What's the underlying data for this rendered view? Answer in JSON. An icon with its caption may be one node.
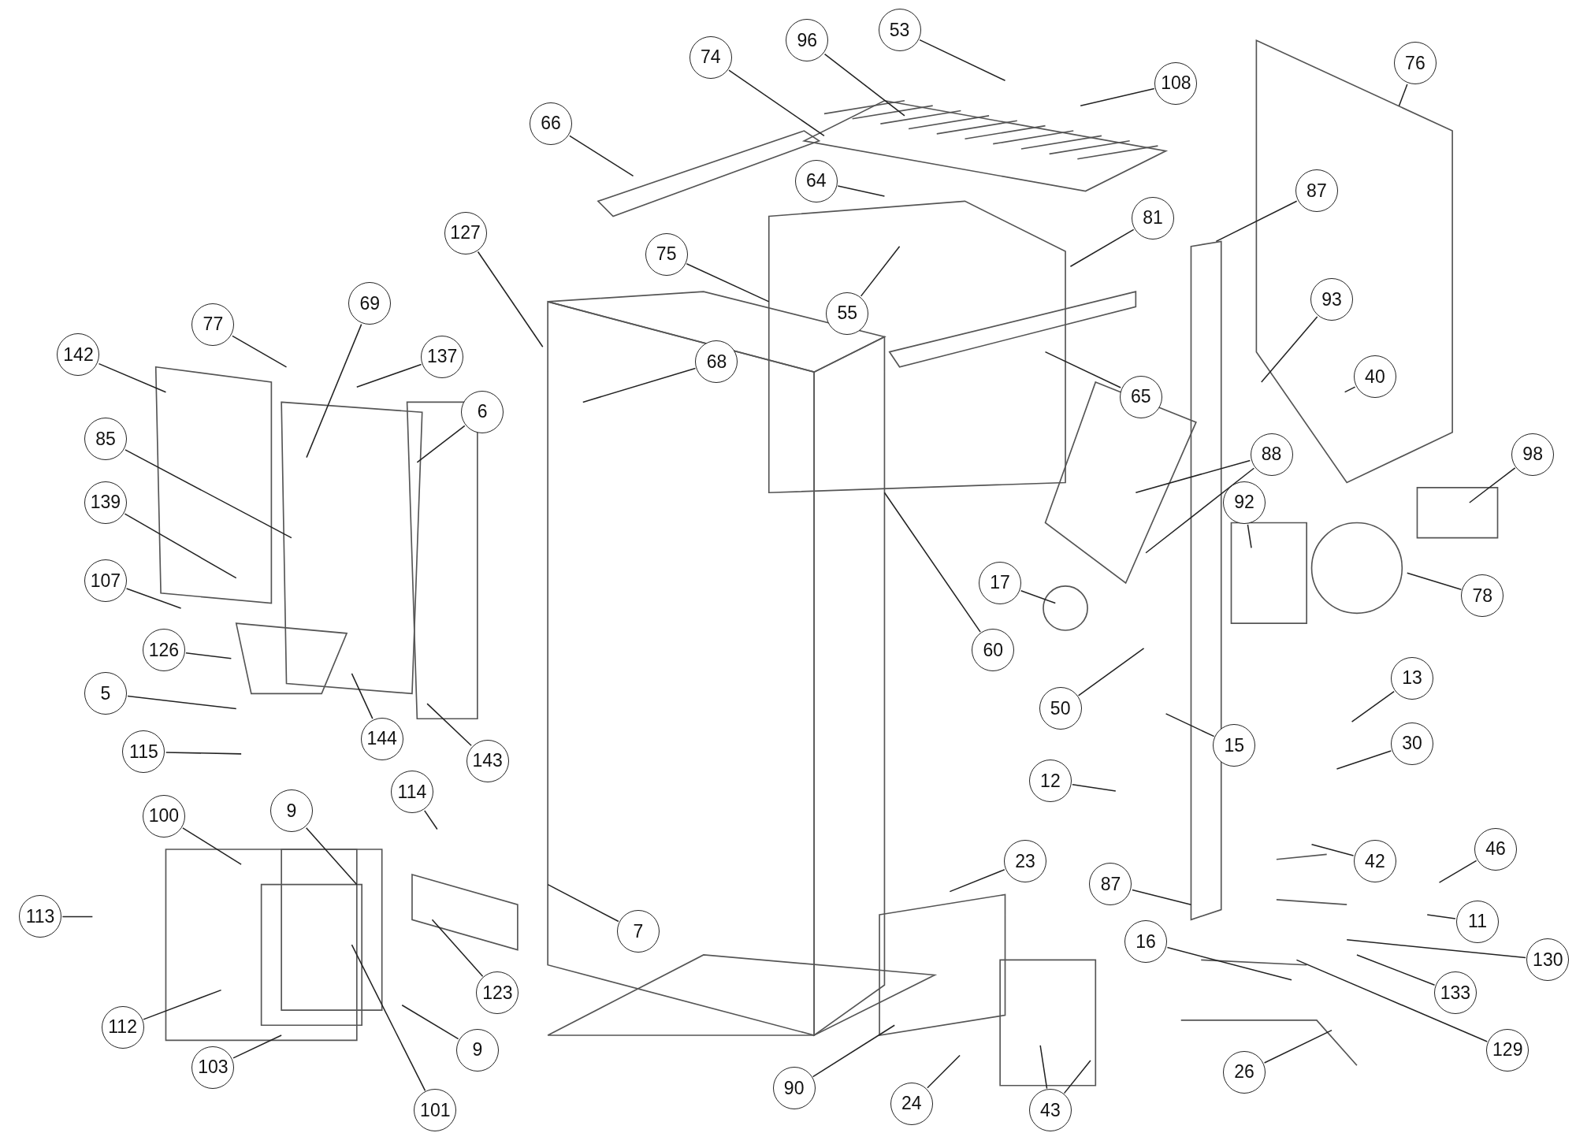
{
  "diagram": {
    "nodes": [
      {
        "text": [
          "74"
        ]
      },
      {
        "text": [
          "96"
        ]
      },
      {
        "text": [
          "53"
        ]
      },
      {
        "text": [
          "108"
        ]
      },
      {
        "text": [
          "76"
        ]
      },
      {
        "text": [
          "66"
        ]
      },
      {
        "text": [
          "64"
        ]
      },
      {
        "text": [
          "81"
        ]
      },
      {
        "text": [
          "87"
        ]
      },
      {
        "text": [
          "127"
        ]
      },
      {
        "text": [
          "75"
        ]
      },
      {
        "text": [
          "55"
        ]
      },
      {
        "text": [
          "93"
        ]
      },
      {
        "text": [
          "69"
        ]
      },
      {
        "text": [
          "77"
        ]
      },
      {
        "text": [
          "137"
        ]
      },
      {
        "text": [
          "68"
        ]
      },
      {
        "text": [
          "65"
        ]
      },
      {
        "text": [
          "40"
        ]
      },
      {
        "text": [
          "142"
        ]
      },
      {
        "text": [
          "6"
        ]
      },
      {
        "text": [
          "85"
        ]
      },
      {
        "text": [
          "88"
        ]
      },
      {
        "text": [
          "98"
        ]
      },
      {
        "text": [
          "139"
        ]
      },
      {
        "text": [
          "92"
        ]
      },
      {
        "text": [
          "17"
        ]
      },
      {
        "text": [
          "60"
        ]
      },
      {
        "text": [
          "78"
        ]
      },
      {
        "text": [
          "107"
        ]
      },
      {
        "text": [
          "126"
        ]
      },
      {
        "text": [
          "13"
        ]
      },
      {
        "text": [
          "50"
        ]
      },
      {
        "text": [
          "5"
        ]
      },
      {
        "text": [
          "144"
        ]
      },
      {
        "text": [
          "143"
        ]
      },
      {
        "text": [
          "15"
        ]
      },
      {
        "text": [
          "115"
        ]
      },
      {
        "text": [
          "30"
        ]
      },
      {
        "text": [
          "12"
        ]
      },
      {
        "text": [
          "114"
        ]
      },
      {
        "text": [
          "9"
        ]
      },
      {
        "text": [
          "100"
        ]
      },
      {
        "text": [
          "23"
        ]
      },
      {
        "text": [
          "87"
        ]
      },
      {
        "text": [
          "42"
        ]
      },
      {
        "text": [
          "46"
        ]
      },
      {
        "text": [
          "113"
        ]
      },
      {
        "text": [
          "7"
        ]
      },
      {
        "text": [
          "11"
        ]
      },
      {
        "text": [
          "16"
        ]
      },
      {
        "text": [
          "123"
        ]
      },
      {
        "text": [
          "130"
        ]
      },
      {
        "text": [
          "133"
        ]
      },
      {
        "text": [
          "112"
        ]
      },
      {
        "text": [
          "9"
        ]
      },
      {
        "text": [
          "129"
        ]
      },
      {
        "text": [
          "103"
        ]
      },
      {
        "text": [
          "26"
        ]
      },
      {
        "text": [
          "90"
        ]
      },
      {
        "text": [
          "24"
        ]
      },
      {
        "text": [
          "43"
        ]
      },
      {
        "text": [
          "101"
        ]
      }
    ],
    "edges": [
      {
        "from": 0,
        "to": null,
        "arrow": "none"
      },
      {
        "from": 1,
        "to": null,
        "arrow": "none"
      },
      {
        "from": 2,
        "to": null,
        "arrow": "none"
      },
      {
        "from": 3,
        "to": null,
        "arrow": "none"
      },
      {
        "from": 4,
        "to": null,
        "arrow": "none"
      },
      {
        "from": 5,
        "to": null,
        "arrow": "none"
      },
      {
        "from": 6,
        "to": null,
        "arrow": "none"
      },
      {
        "from": 7,
        "to": null,
        "arrow": "none"
      },
      {
        "from": 8,
        "to": null,
        "arrow": "none"
      },
      {
        "from": 9,
        "to": null,
        "arrow": "none"
      },
      {
        "from": 10,
        "to": null,
        "arrow": "none"
      },
      {
        "from": 11,
        "to": null,
        "arrow": "none"
      },
      {
        "from": 12,
        "to": null,
        "arrow": "none"
      },
      {
        "from": 13,
        "to": null,
        "arrow": "none"
      },
      {
        "from": 14,
        "to": null,
        "arrow": "none"
      },
      {
        "from": 15,
        "to": null,
        "arrow": "none"
      },
      {
        "from": 16,
        "to": null,
        "arrow": "none"
      },
      {
        "from": 17,
        "to": null,
        "arrow": "none"
      },
      {
        "from": 18,
        "to": null,
        "arrow": "none"
      },
      {
        "from": 19,
        "to": null,
        "arrow": "none"
      },
      {
        "from": 20,
        "to": null,
        "arrow": "none"
      },
      {
        "from": 21,
        "to": null,
        "arrow": "none"
      },
      {
        "from": 22,
        "to": null,
        "arrow": "none"
      },
      {
        "from": 23,
        "to": null,
        "arrow": "none"
      },
      {
        "from": 24,
        "to": null,
        "arrow": "none"
      },
      {
        "from": 25,
        "to": null,
        "arrow": "none"
      },
      {
        "from": 26,
        "to": null,
        "arrow": "none"
      },
      {
        "from": 27,
        "to": null,
        "arrow": "none"
      },
      {
        "from": 28,
        "to": null,
        "arrow": "none"
      },
      {
        "from": 29,
        "to": null,
        "arrow": "none"
      },
      {
        "from": 30,
        "to": null,
        "arrow": "none"
      },
      {
        "from": 31,
        "to": null,
        "arrow": "none"
      },
      {
        "from": 32,
        "to": null,
        "arrow": "none"
      },
      {
        "from": 33,
        "to": null,
        "arrow": "none"
      },
      {
        "from": 34,
        "to": null,
        "arrow": "none"
      },
      {
        "from": 35,
        "to": null,
        "arrow": "none"
      },
      {
        "from": 36,
        "to": null,
        "arrow": "none"
      },
      {
        "from": 37,
        "to": null,
        "arrow": "none"
      },
      {
        "from": 38,
        "to": null,
        "arrow": "none"
      },
      {
        "from": 39,
        "to": null,
        "arrow": "none"
      },
      {
        "from": 40,
        "to": null,
        "arrow": "none"
      },
      {
        "from": 41,
        "to": null,
        "arrow": "none"
      },
      {
        "from": 42,
        "to": null,
        "arrow": "none"
      },
      {
        "from": 43,
        "to": null,
        "arrow": "none"
      },
      {
        "from": 44,
        "to": null,
        "arrow": "none"
      },
      {
        "from": 45,
        "to": null,
        "arrow": "none"
      },
      {
        "from": 46,
        "to": null,
        "arrow": "none"
      },
      {
        "from": 47,
        "to": null,
        "arrow": "none"
      },
      {
        "from": 48,
        "to": null,
        "arrow": "none"
      },
      {
        "from": 49,
        "to": null,
        "arrow": "none"
      },
      {
        "from": 50,
        "to": null,
        "arrow": "none"
      },
      {
        "from": 51,
        "to": null,
        "arrow": "none"
      },
      {
        "from": 52,
        "to": null,
        "arrow": "none"
      },
      {
        "from": 53,
        "to": null,
        "arrow": "none"
      },
      {
        "from": 54,
        "to": null,
        "arrow": "none"
      },
      {
        "from": 55,
        "to": null,
        "arrow": "none"
      },
      {
        "from": 56,
        "to": null,
        "arrow": "none"
      },
      {
        "from": 57,
        "to": null,
        "arrow": "none"
      },
      {
        "from": 58,
        "to": null,
        "arrow": "none"
      },
      {
        "from": 59,
        "to": null,
        "arrow": "none"
      },
      {
        "from": 60,
        "to": null,
        "arrow": "none"
      },
      {
        "from": 61,
        "to": null,
        "arrow": "none"
      },
      {
        "from": 62,
        "to": null,
        "arrow": "none"
      },
      {
        "from": 22,
        "to": null,
        "arrow": "none"
      },
      {
        "from": 61,
        "to": null,
        "arrow": "none"
      }
    ]
  }
}
